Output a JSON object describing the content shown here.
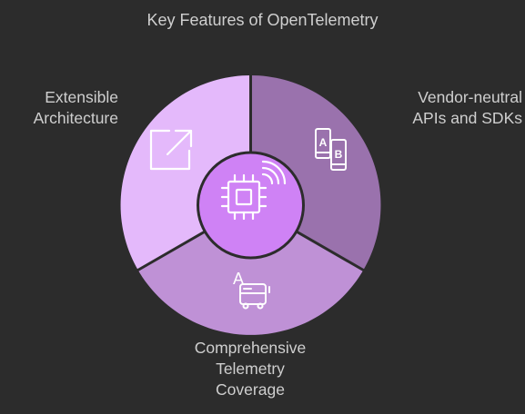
{
  "title": "Key Features of OpenTelemetry",
  "segments": [
    {
      "id": "extensible",
      "lines": [
        "Extensible",
        "Architecture"
      ],
      "color": "#e4b9fb",
      "icon": "external-link-icon"
    },
    {
      "id": "vendor",
      "lines": [
        "Vendor-neutral",
        "APIs and SDKs"
      ],
      "color": "#9a72ad",
      "icon": "ab-devices-icon"
    },
    {
      "id": "coverage",
      "lines": [
        "Comprehensive",
        "Telemetry",
        "Coverage"
      ],
      "color": "#bf91d6",
      "icon": "translate-bus-icon"
    }
  ],
  "center": {
    "color": "#cf82f5",
    "icon": "wireless-chip-icon"
  },
  "divider_color": "#2c2c2c"
}
